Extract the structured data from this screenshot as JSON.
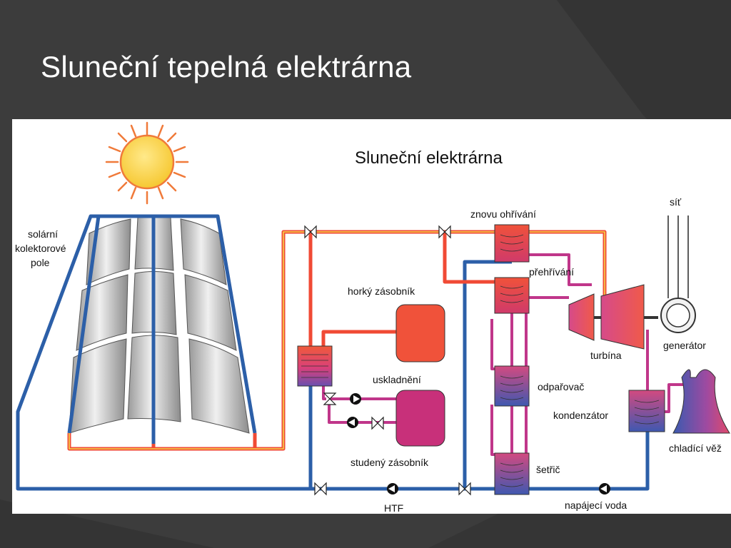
{
  "slide": {
    "title": "Sluneční tepelná elektrárna"
  },
  "diagram": {
    "title": "Sluneční elektrárna",
    "labels": {
      "collector_field": [
        "solární",
        "kolektorové",
        "pole"
      ],
      "reheating": "znovu ohřívání",
      "superheating": "přehřívání",
      "hot_storage": "horký zásobník",
      "storage": "uskladnění",
      "cold_storage": "studený zásobník",
      "evaporator": "odpařovač",
      "condenser": "kondenzátor",
      "economizer": "šetřič",
      "turbine": "turbína",
      "generator": "generátor",
      "grid": "síť",
      "cooling_tower": "chladící věž",
      "htf": "HTF",
      "feed_water": "napájecí voda"
    },
    "colors": {
      "hot_line": "#f04a35",
      "cold_line": "#2c5fa8",
      "pink_line": "#c0368a",
      "yellow_core": "#f6d24a"
    }
  }
}
